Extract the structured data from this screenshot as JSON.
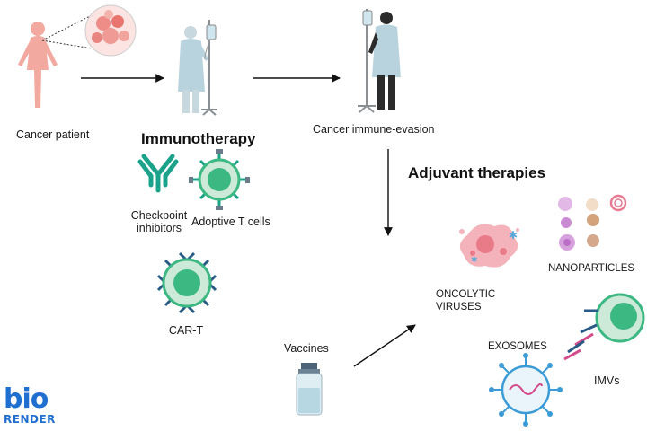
{
  "labels": {
    "cancer_patient": "Cancer patient",
    "immune_evasion": "Cancer immune-evasion",
    "immunotherapy": "Immunotherapy",
    "adjuvant": "Adjuvant therapies",
    "checkpoint_line1": "Checkpoint",
    "checkpoint_line2": "inhibitors",
    "adoptive": "Adoptive T cells",
    "cart": "CAR-T",
    "vaccines": "Vaccines",
    "oncolytic_line1": "ONCOLYTIC",
    "oncolytic_line2": "VIRUSES",
    "nanoparticles": "NANOPARTICLES",
    "exosomes": "EXOSOMES",
    "imvs": "IMVs"
  },
  "logo": {
    "line1": "bio",
    "line2": "RENDER"
  },
  "colors": {
    "skin": "#f2a9a0",
    "gown": "#b9d3de",
    "dark_figure": "#2b2b2b",
    "teal": "#1aa38a",
    "green_cell": "#3cb883",
    "blue_receptor": "#2a5a86",
    "pink_virus": "#e97a88",
    "brand": "#1f6fd1"
  }
}
